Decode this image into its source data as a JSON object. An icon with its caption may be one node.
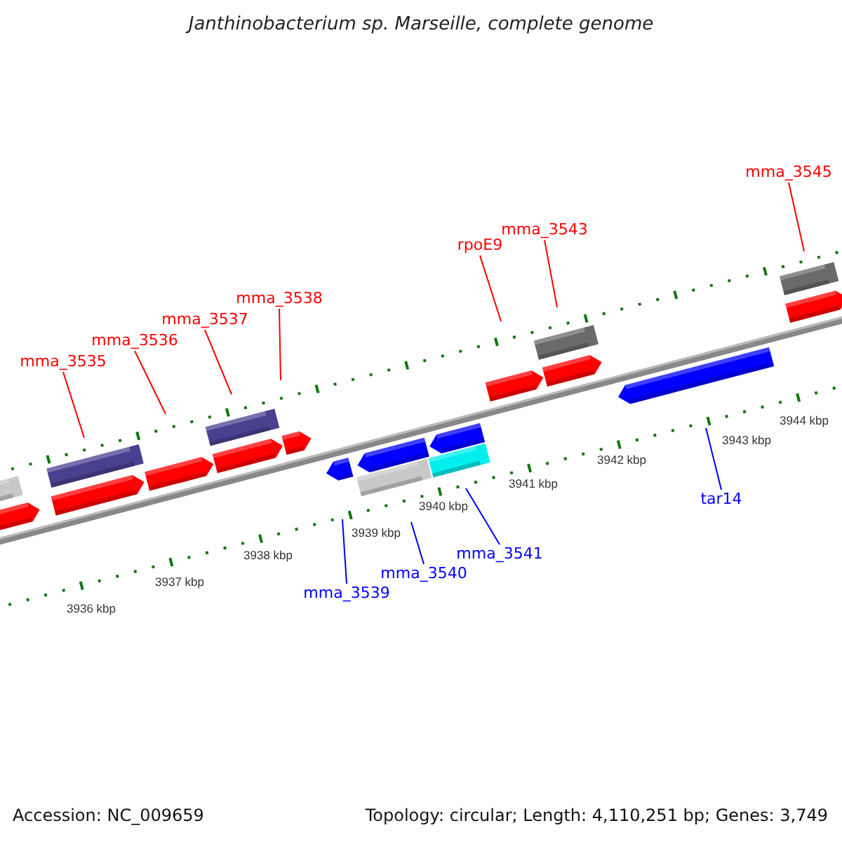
{
  "diagram": {
    "title": "Janthinobacterium sp. Marseille, complete genome",
    "nodes": [
      {
        "text": [
          "mma_3535"
        ]
      },
      {
        "text": [
          "mma_3536"
        ]
      },
      {
        "text": [
          "mma_3537"
        ]
      },
      {
        "text": [
          "mma_3538"
        ]
      },
      {
        "text": [
          "rpoE9"
        ]
      },
      {
        "text": [
          "mma_3543"
        ]
      },
      {
        "text": [
          "mma_3545"
        ]
      },
      {
        "text": [
          "mma_3539"
        ]
      },
      {
        "text": [
          "mma_3540"
        ]
      },
      {
        "text": [
          "mma_3541"
        ]
      },
      {
        "text": [
          "tar14"
        ]
      }
    ],
    "edges": [
      {
        "from": 0,
        "to": null,
        "arrow": "none"
      },
      {
        "from": 1,
        "to": null,
        "arrow": "none"
      },
      {
        "from": 2,
        "to": null,
        "arrow": "none"
      },
      {
        "from": 3,
        "to": null,
        "arrow": "none"
      },
      {
        "from": 4,
        "to": null,
        "arrow": "none"
      },
      {
        "from": 5,
        "to": null,
        "arrow": "none"
      },
      {
        "from": 6,
        "to": null,
        "arrow": "none"
      },
      {
        "from": 7,
        "to": null,
        "arrow": "none",
        "color": "#0000ff"
      },
      {
        "from": 8,
        "to": null,
        "arrow": "none",
        "color": "#0000ff"
      },
      {
        "from": 9,
        "to": null,
        "arrow": "none",
        "color": "#0000ff"
      },
      {
        "from": 10,
        "to": null,
        "arrow": "none",
        "color": "#0000ff"
      }
    ],
    "labels": [
      "3936 kbp",
      "3937 kbp",
      "3938 kbp",
      "3939 kbp",
      "3940 kbp",
      "3941 kbp",
      "3942 kbp",
      "3943 kbp",
      "3944 kbp",
      "Accession: NC_009659",
      "Topology: circular; Length: 4,110,251 bp; Genes: 3,749"
    ]
  }
}
